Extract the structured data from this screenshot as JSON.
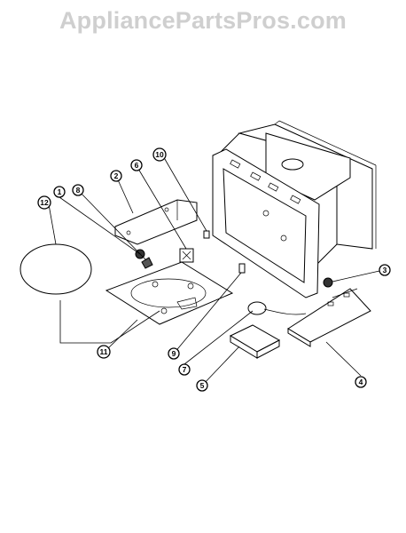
{
  "watermark": {
    "text": "AppliancePartsPros.com"
  },
  "callouts": [
    {
      "id": "c1",
      "label": "1"
    },
    {
      "id": "c2",
      "label": "2"
    },
    {
      "id": "c3",
      "label": "3"
    },
    {
      "id": "c4",
      "label": "4"
    },
    {
      "id": "c5",
      "label": "5"
    },
    {
      "id": "c6",
      "label": "6"
    },
    {
      "id": "c7",
      "label": "7"
    },
    {
      "id": "c8",
      "label": "8"
    },
    {
      "id": "c9",
      "label": "9"
    },
    {
      "id": "c10",
      "label": "10"
    },
    {
      "id": "c11",
      "label": "11"
    },
    {
      "id": "c12",
      "label": "12"
    }
  ]
}
